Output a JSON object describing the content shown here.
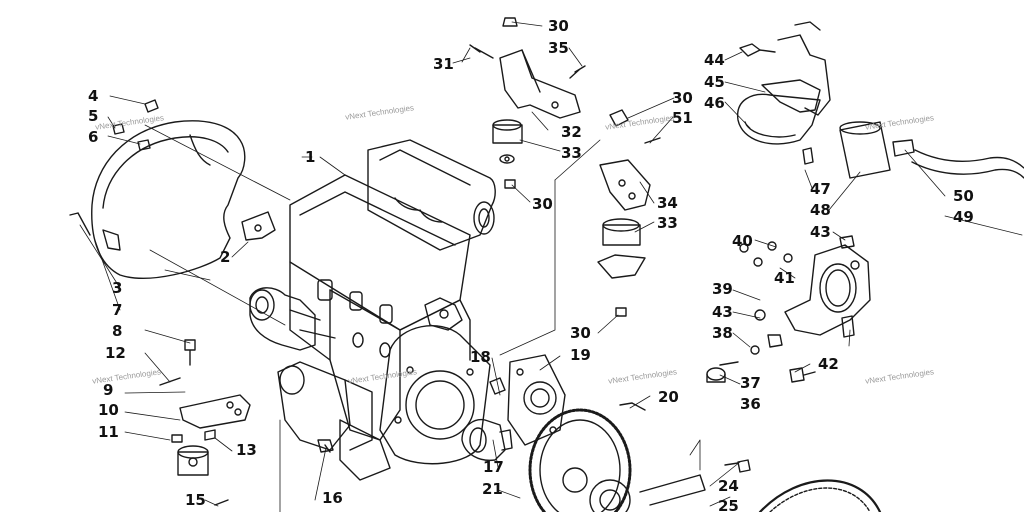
{
  "diagram": {
    "callouts": [
      "1",
      "2",
      "3",
      "4",
      "5",
      "6",
      "7",
      "8",
      "9",
      "10",
      "11",
      "12",
      "13",
      "15",
      "16",
      "17",
      "18",
      "19",
      "20",
      "21",
      "24",
      "25",
      "30",
      "30",
      "30",
      "30",
      "31",
      "32",
      "33",
      "33",
      "34",
      "35",
      "36",
      "37",
      "38",
      "39",
      "40",
      "41",
      "42",
      "43",
      "43",
      "44",
      "45",
      "46",
      "47",
      "48",
      "49",
      "50",
      "51"
    ],
    "watermark": "vNext Technologies",
    "colors": {
      "line": "#1a1a1a",
      "label": "#111111"
    }
  }
}
